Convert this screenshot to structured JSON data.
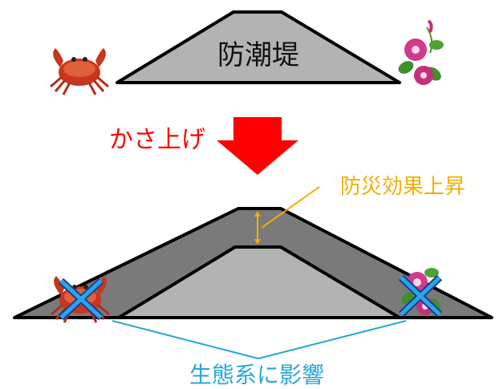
{
  "top_levee": {
    "label": "防潮堤",
    "fill": "#b3b3b3"
  },
  "raise_label": {
    "text": "かさ上げ",
    "color": "#ff0000"
  },
  "arrow_color": "#ff0000",
  "effect_label": {
    "text": "防災効果上昇",
    "color": "#f0b000"
  },
  "impact_label": {
    "text": "生態系に影響",
    "color": "#2aa6d6"
  },
  "raised_fill": "#7a7a7a",
  "inner_fill": "#b3b3b3",
  "cross_color": "#1e9be0",
  "icons": {
    "left": "crab-icon",
    "right": "morning-glory-icon"
  }
}
